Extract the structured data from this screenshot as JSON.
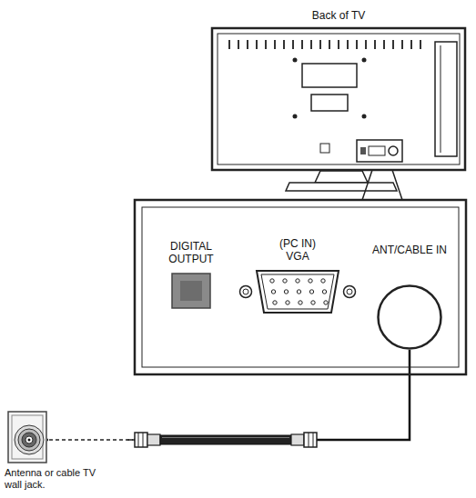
{
  "diagram": {
    "nodes": [
      {
        "text": [
          "Back of TV"
        ]
      },
      {
        "text": [
          "DIGITAL OUTPUT"
        ]
      },
      {
        "text": [
          "(PC IN) VGA"
        ]
      },
      {
        "text": [
          "ANT/CABLE IN"
        ]
      },
      {
        "text": [
          "Antenna or cable TV wall jack."
        ]
      }
    ],
    "edges": [
      {
        "from": 4,
        "to": 3,
        "arrow": "none"
      }
    ]
  }
}
